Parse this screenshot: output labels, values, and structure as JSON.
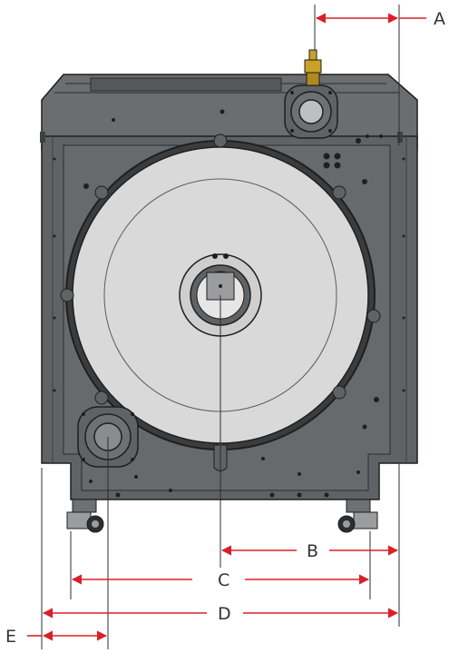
{
  "colors": {
    "dimension": "#d8202a",
    "body": "#5f6366",
    "body_dark": "#3e4144",
    "drum": "#d9d9d9",
    "outline": "#1e1f20"
  },
  "dimensions": {
    "a": {
      "label": "A"
    },
    "b": {
      "label": "B"
    },
    "c": {
      "label": "C"
    },
    "d": {
      "label": "D"
    },
    "e": {
      "label": "E"
    }
  }
}
